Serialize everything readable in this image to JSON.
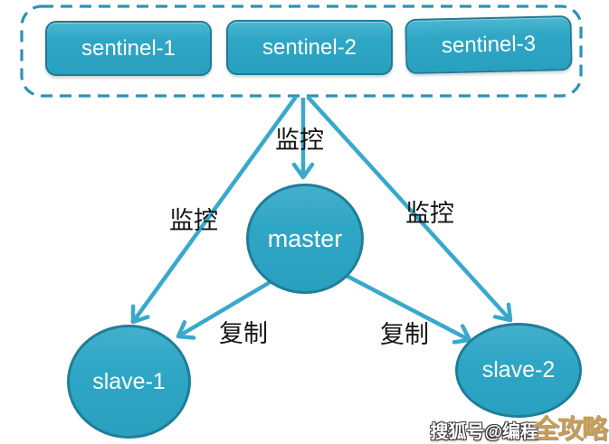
{
  "diagram": {
    "sentinel_group": {
      "items": [
        {
          "label": "sentinel-1"
        },
        {
          "label": "sentinel-2"
        },
        {
          "label": "sentinel-3"
        }
      ]
    },
    "nodes": {
      "master": {
        "label": "master"
      },
      "slave_1": {
        "label": "slave-1"
      },
      "slave_2": {
        "label": "slave-2"
      }
    },
    "edges": [
      {
        "from": "sentinel-group",
        "to": "master",
        "label": "监控"
      },
      {
        "from": "sentinel-group",
        "to": "slave-1",
        "label": "监控"
      },
      {
        "from": "sentinel-group",
        "to": "slave-2",
        "label": "监控"
      },
      {
        "from": "master",
        "to": "slave-1",
        "label": "复制"
      },
      {
        "from": "master",
        "to": "slave-2",
        "label": "复制"
      }
    ],
    "colors": {
      "node_fill": "#2EA6C5",
      "node_border": "#1D7B95",
      "arrow": "#38A9CC",
      "dashed_border": "#2B93B4",
      "edge_label_text": "#141414",
      "node_text": "#FFFFFF"
    }
  },
  "watermark": {
    "prefix": "搜狐号@编程",
    "suffix": "全攻略",
    "suffix_color": "#C79E58"
  }
}
